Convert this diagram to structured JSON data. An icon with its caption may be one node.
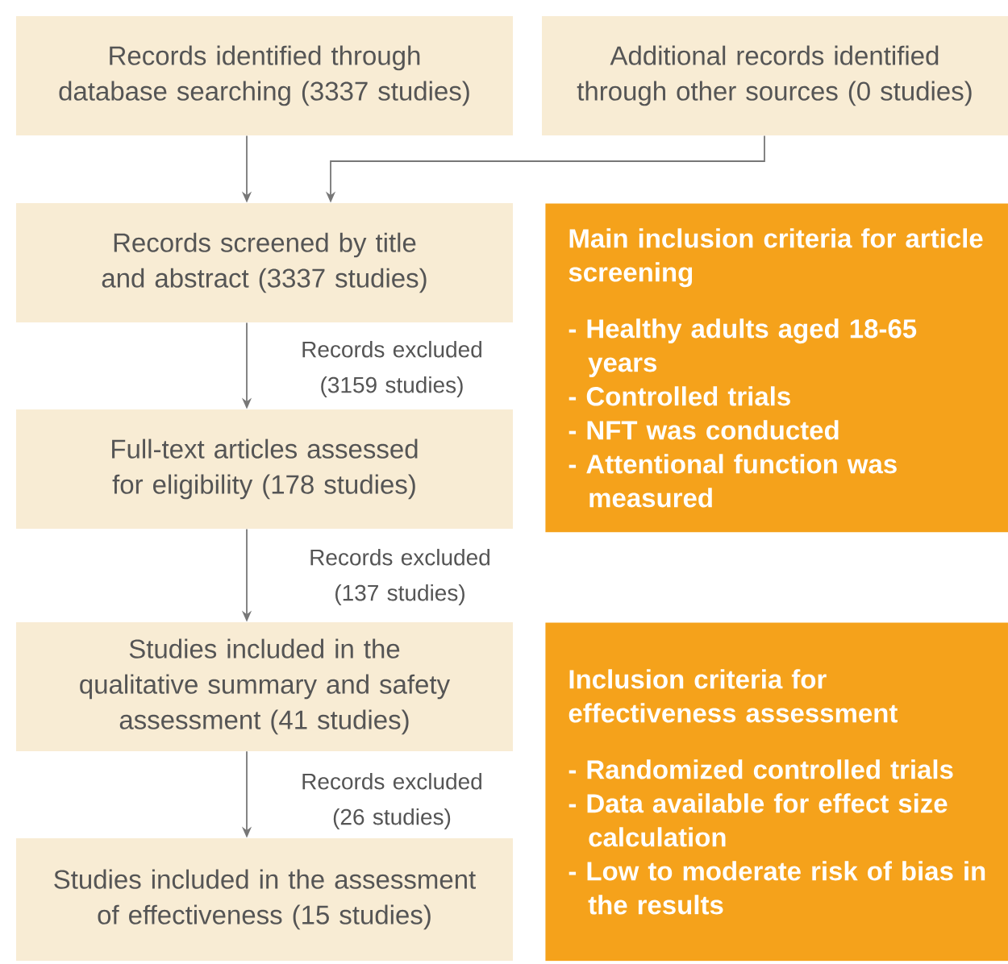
{
  "diagram": {
    "nodes": [
      {
        "text": [
          "Records identified through database searching (3337 studies)"
        ]
      },
      {
        "text": [
          "Additional records identified through other sources (0 studies)"
        ]
      },
      {
        "text": [
          "Records screened by title and abstract (3337 studies)"
        ]
      },
      {
        "text": [
          "Full-text articles assessed for eligibility (178 studies)"
        ]
      },
      {
        "text": [
          "Studies included in the qualitative summary and safety assessment (41 studies)"
        ]
      },
      {
        "text": [
          "Studies included in the assessment of  effectiveness (15 studies)"
        ]
      },
      {
        "text": [
          "Main inclusion criteria for article screening",
          "- Healthy adults aged 18-65 years",
          "- Controlled trials",
          "- NFT was conducted",
          "- Attentional function was measured"
        ]
      },
      {
        "text": [
          "Inclusion criteria for effectiveness assessment",
          "- Randomized controlled trials",
          "- Data available for effect size calculation",
          "- Low to moderate risk of bias in the results"
        ]
      }
    ],
    "edges": [
      {
        "from": 0,
        "to": 2,
        "arrow": "to"
      },
      {
        "from": 1,
        "to": 2,
        "arrow": "to"
      },
      {
        "from": 2,
        "to": 3,
        "arrow": "to",
        "label": "Records excluded (3159 studies)"
      },
      {
        "from": 3,
        "to": 4,
        "arrow": "to",
        "label": "Records excluded (137 studies)"
      },
      {
        "from": 4,
        "to": 5,
        "arrow": "to",
        "label": "Records excluded (26 studies)"
      }
    ]
  }
}
